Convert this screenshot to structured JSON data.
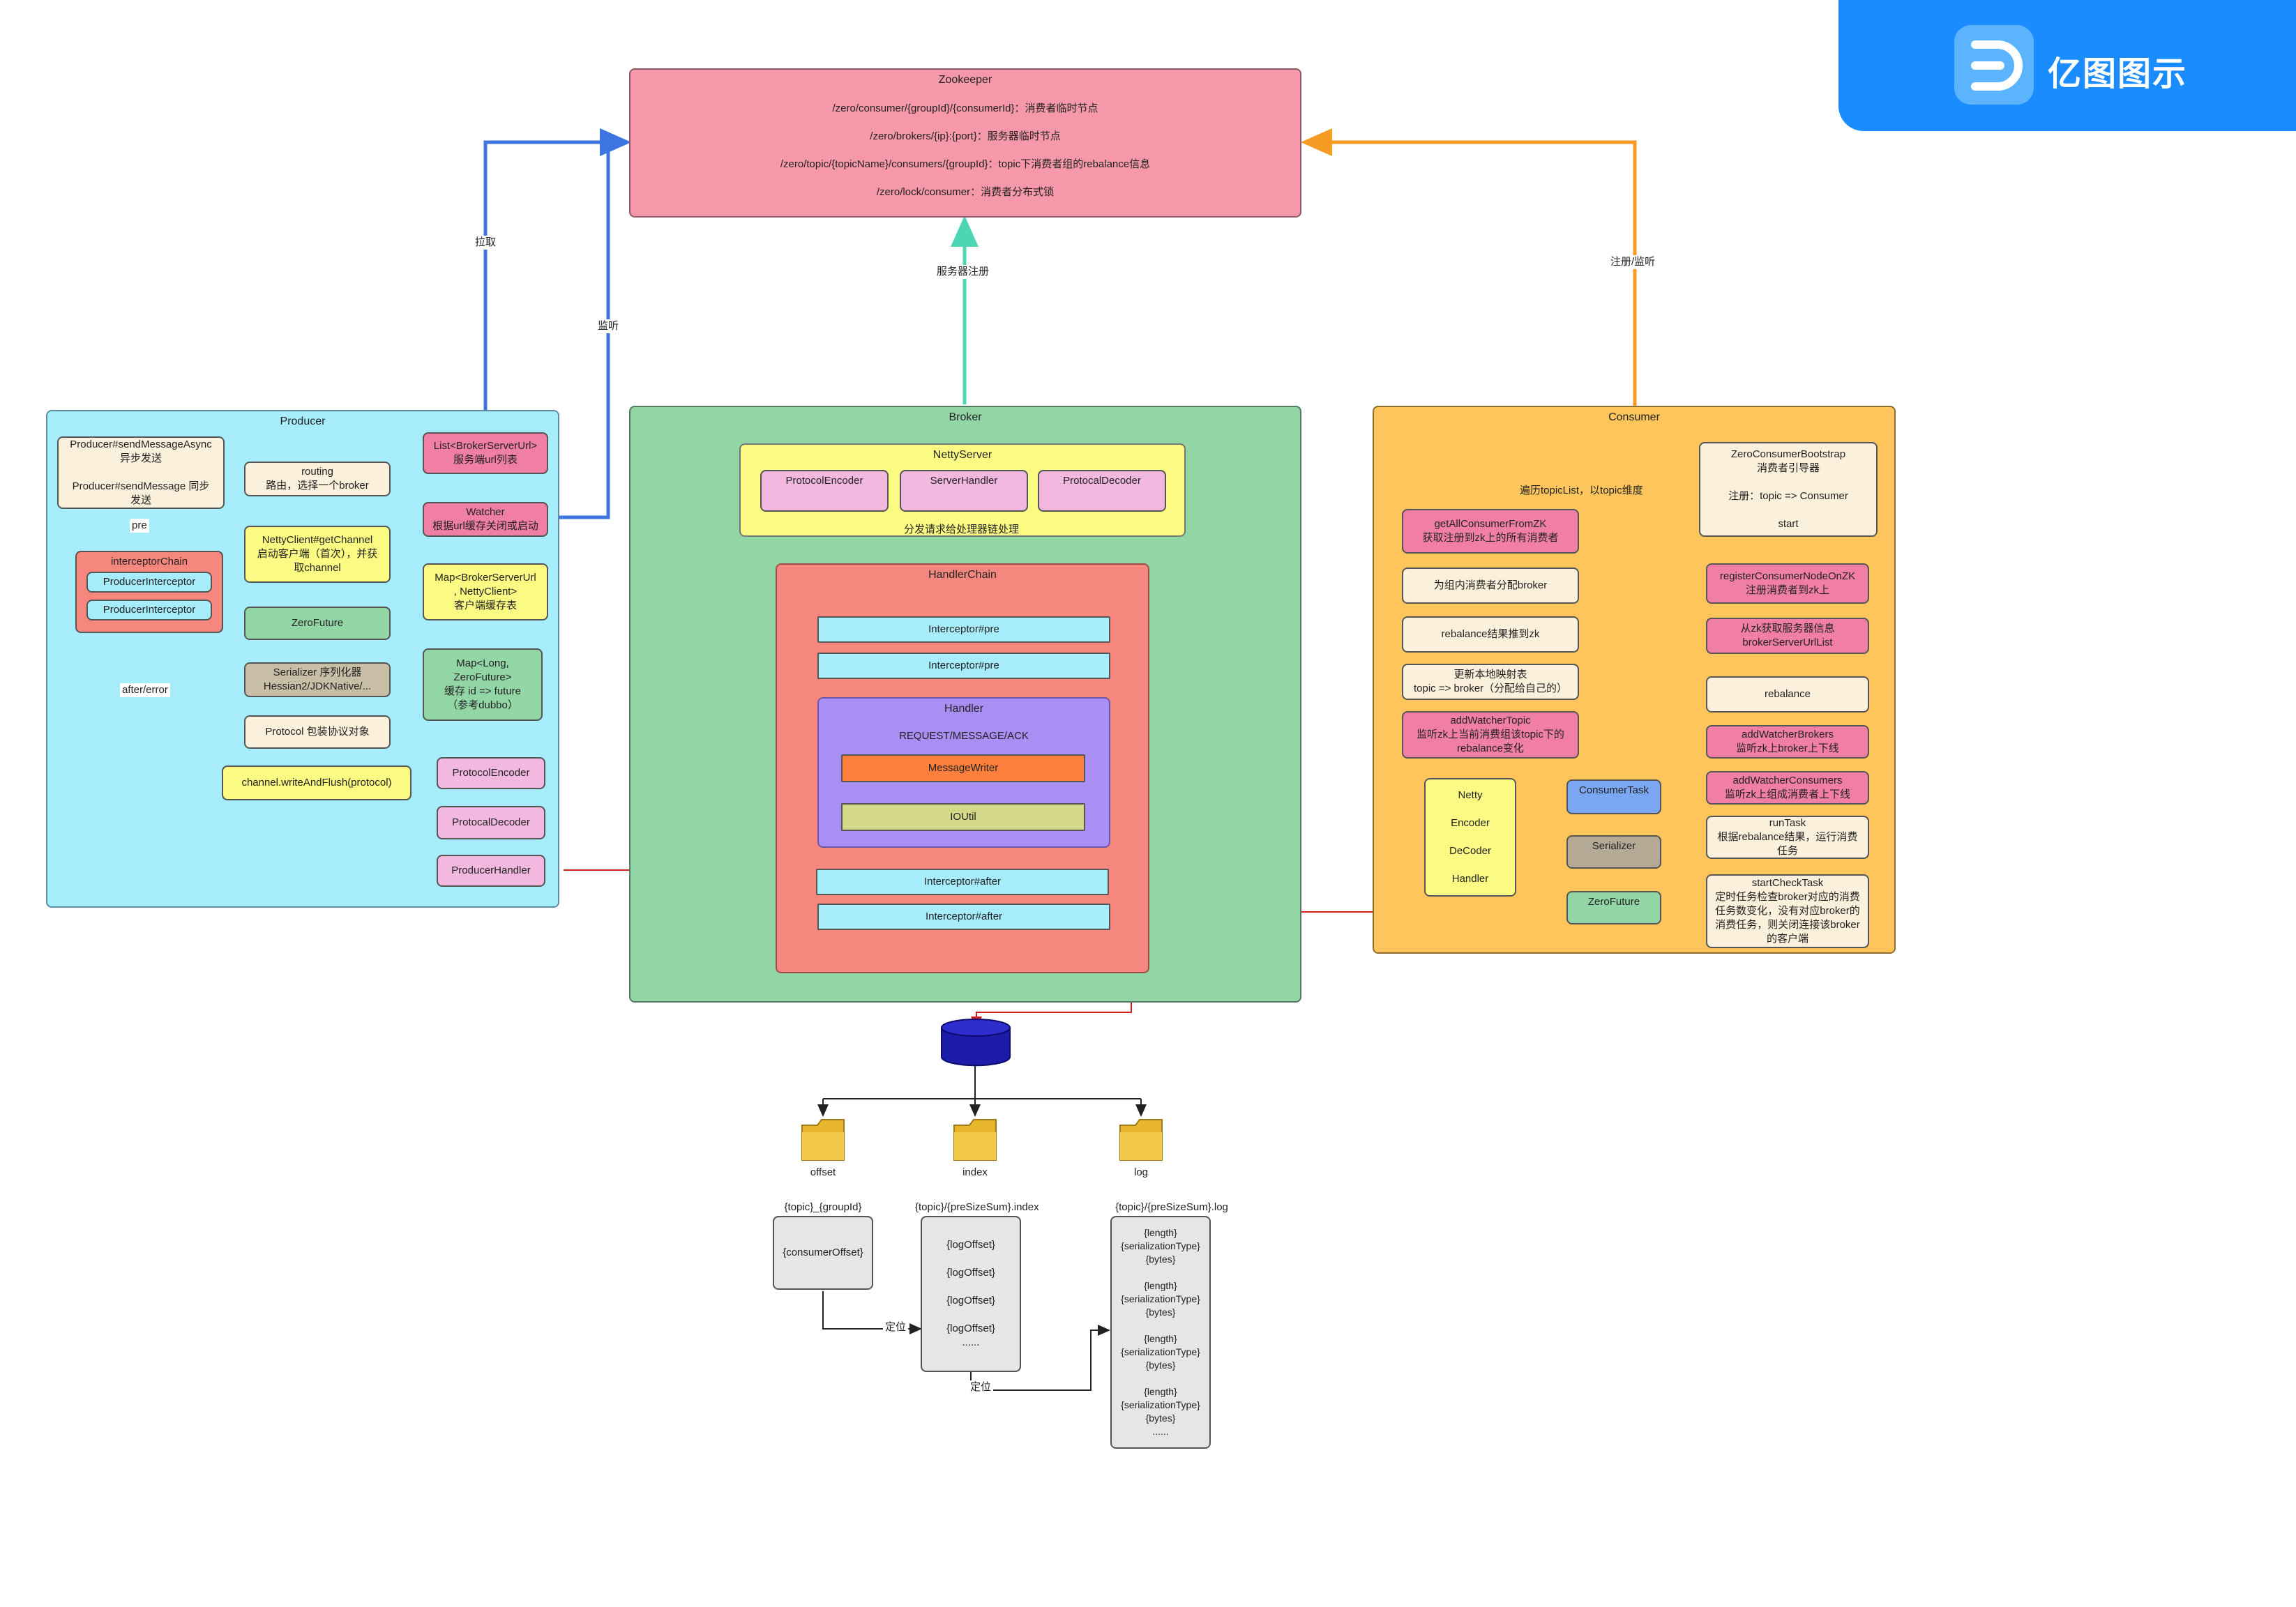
{
  "brand": {
    "name": "亿图图示"
  },
  "zookeeper": {
    "title": "Zookeeper",
    "lines": [
      "/zero/consumer/{groupId}/{consumerId}：消费者临时节点",
      "/zero/brokers/{ip}:{port}：服务器临时节点",
      "/zero/topic/{topicName}/consumers/{groupId}：topic下消费者组的rebalance信息",
      "/zero/lock/consumer：消费者分布式锁"
    ]
  },
  "edge_labels": {
    "pull": "拉取",
    "watch": "监听",
    "server_register": "服务器注册",
    "register_watch": "注册/监听",
    "pre": "pre",
    "after_error": "after/error",
    "dispatch": "分发请求给处理器链处理",
    "traverse": "遍历topicList，以topic维度",
    "locate1": "定位",
    "locate2": "定位"
  },
  "producer": {
    "title": "Producer",
    "send": "Producer#sendMessageAsync\n异步发送\n\nProducer#sendMessage 同步\n发送",
    "routing": "routing\n路由，选择一个broker",
    "server_list": "List<BrokerServerUrl>\n服务端url列表",
    "watcher": "Watcher\n根据url缓存关闭或启动",
    "netty_client": "NettyClient#getChannel\n启动客户端（首次），并获\n取channel",
    "client_map": "Map<BrokerServerUrl\n, NettyClient>\n客户端缓存表",
    "interceptor_chain": "interceptorChain",
    "interceptor1": "ProducerInterceptor",
    "interceptor2": "ProducerInterceptor",
    "zero_future": "ZeroFuture",
    "future_map": "Map<Long,\nZeroFuture>\n缓存 id => future\n（参考dubbo）",
    "serializer": "Serializer 序列化器\nHessian2/JDKNative/...",
    "protocol": "Protocol 包装协议对象",
    "write_flush": "channel.writeAndFlush(protocol)",
    "encoder": "ProtocolEncoder",
    "decoder": "ProtocalDecoder",
    "handler": "ProducerHandler"
  },
  "broker": {
    "title": "Broker",
    "netty_server": "NettyServer",
    "encoder": "ProtocolEncoder",
    "server_handler": "ServerHandler",
    "decoder": "ProtocalDecoder",
    "handler_chain": "HandlerChain",
    "pre1": "Interceptor#pre",
    "pre2": "Interceptor#pre",
    "handler_title": "Handler",
    "handler_types": "REQUEST/MESSAGE/ACK",
    "message_writer": "MessageWriter",
    "io_util": "IOUtil",
    "after1": "Interceptor#after",
    "after2": "Interceptor#after"
  },
  "consumer": {
    "title": "Consumer",
    "bootstrap": "ZeroConsumerBootstrap\n消费者引导器\n\n注册：topic => Consumer\n\nstart",
    "get_all": "getAllConsumerFromZK\n获取注册到zk上的所有消费者",
    "assign": "为组内消费者分配broker",
    "push_result": "rebalance结果推到zk",
    "update_map": "更新本地映射表\ntopic => broker（分配给自己的）",
    "add_watcher_topic": "addWatcherTopic\n监听zk上当前消费组该topic下的\nrebalance变化",
    "netty": "Netty\n\nEncoder\n\nDeCoder\n\nHandler",
    "register": "registerConsumerNodeOnZK\n注册消费者到zk上",
    "get_servers": "从zk获取服务器信息\nbrokerServerUrlList",
    "rebalance": "rebalance",
    "add_watcher_brokers": "addWatcherBrokers\n监听zk上broker上下线",
    "add_watcher_consumers": "addWatcherConsumers\n监听zk上组成消费者上下线",
    "consumer_task": "ConsumerTask",
    "serializer": "Serializer",
    "zero_future": "ZeroFuture",
    "run_task": "runTask\n根据rebalance结果，运行消费\n任务",
    "start_check": "startCheckTask\n定时任务检查broker对应的消费\n任务数变化，没有对应broker的\n消费任务，则关闭连接该broker\n的客户端"
  },
  "storage": {
    "folders": [
      {
        "name": "offset",
        "file": "{topic}_{groupId}",
        "content": "{consumerOffset}"
      },
      {
        "name": "index",
        "file": "{topic}/{preSizeSum}.index",
        "content": "{logOffset}\n\n{logOffset}\n\n{logOffset}\n\n{logOffset}\n......"
      },
      {
        "name": "log",
        "file": "{topic}/{preSizeSum}.log",
        "content": "{length}\n{serializationType}\n{bytes}\n\n{length}\n{serializationType}\n{bytes}\n\n{length}\n{serializationType}\n{bytes}\n\n{length}\n{serializationType}\n{bytes}\n......"
      }
    ]
  },
  "colors": {
    "zookeeper": "#f598aa",
    "producer": "#a7ecfb",
    "broker": "#92d6a6",
    "consumer": "#fdc55c",
    "yellow": "#fbfb83",
    "pink": "#f07fa3",
    "cream": "#fbf0db",
    "brand": "#1a8cff"
  }
}
